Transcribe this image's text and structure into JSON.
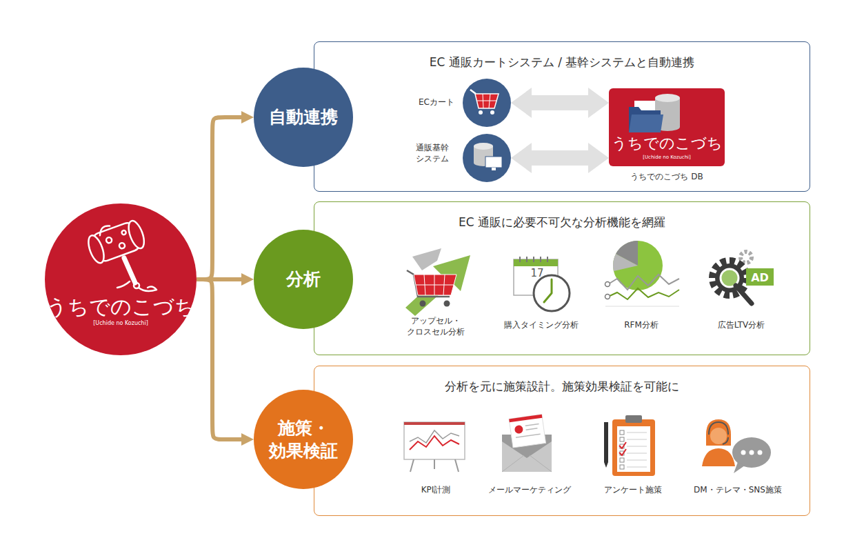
{
  "diagram": {
    "nodes": [
      {
        "text": [
          "うちでのこづち",
          "[Uchide no Kozuchi]"
        ]
      },
      {
        "text": [
          "自動連携"
        ]
      },
      {
        "text": [
          "EC 通販カートシステム / 基幹システムと自動連携"
        ]
      },
      {
        "text": [
          "ECカート"
        ],
        "in": 2
      },
      {
        "text": [
          "通販基幹 システム"
        ],
        "in": 2
      },
      {
        "text": [
          "うちでのこづち",
          "[Uchide no Kozuchi]",
          "うちでのこづち DB"
        ],
        "in": 2
      },
      {
        "text": [
          "分析"
        ]
      },
      {
        "text": [
          "EC 通販に必要不可欠な分析機能を網羅"
        ]
      },
      {
        "text": [
          "施策・ 効果検証"
        ]
      },
      {
        "text": [
          "分析を元に施策設計。施策効果検証を可能に"
        ]
      }
    ],
    "edges": [
      {
        "from": 0,
        "to": 1,
        "arrow": "to"
      },
      {
        "from": 0,
        "to": 6,
        "arrow": "to"
      },
      {
        "from": 0,
        "to": 8,
        "arrow": "to"
      },
      {
        "from": 3,
        "to": 5,
        "arrow": "both"
      },
      {
        "from": 4,
        "to": 5,
        "arrow": "both"
      }
    ],
    "labels": [
      "アップセル・ クロスセル分析",
      "17",
      "購入タイミング分析",
      "RFM分析",
      "AD",
      "広告LTV分析",
      "KPI計測",
      "メールマーケティング",
      "アンケート施策",
      "DM・テレマ・SNS施策"
    ]
  }
}
